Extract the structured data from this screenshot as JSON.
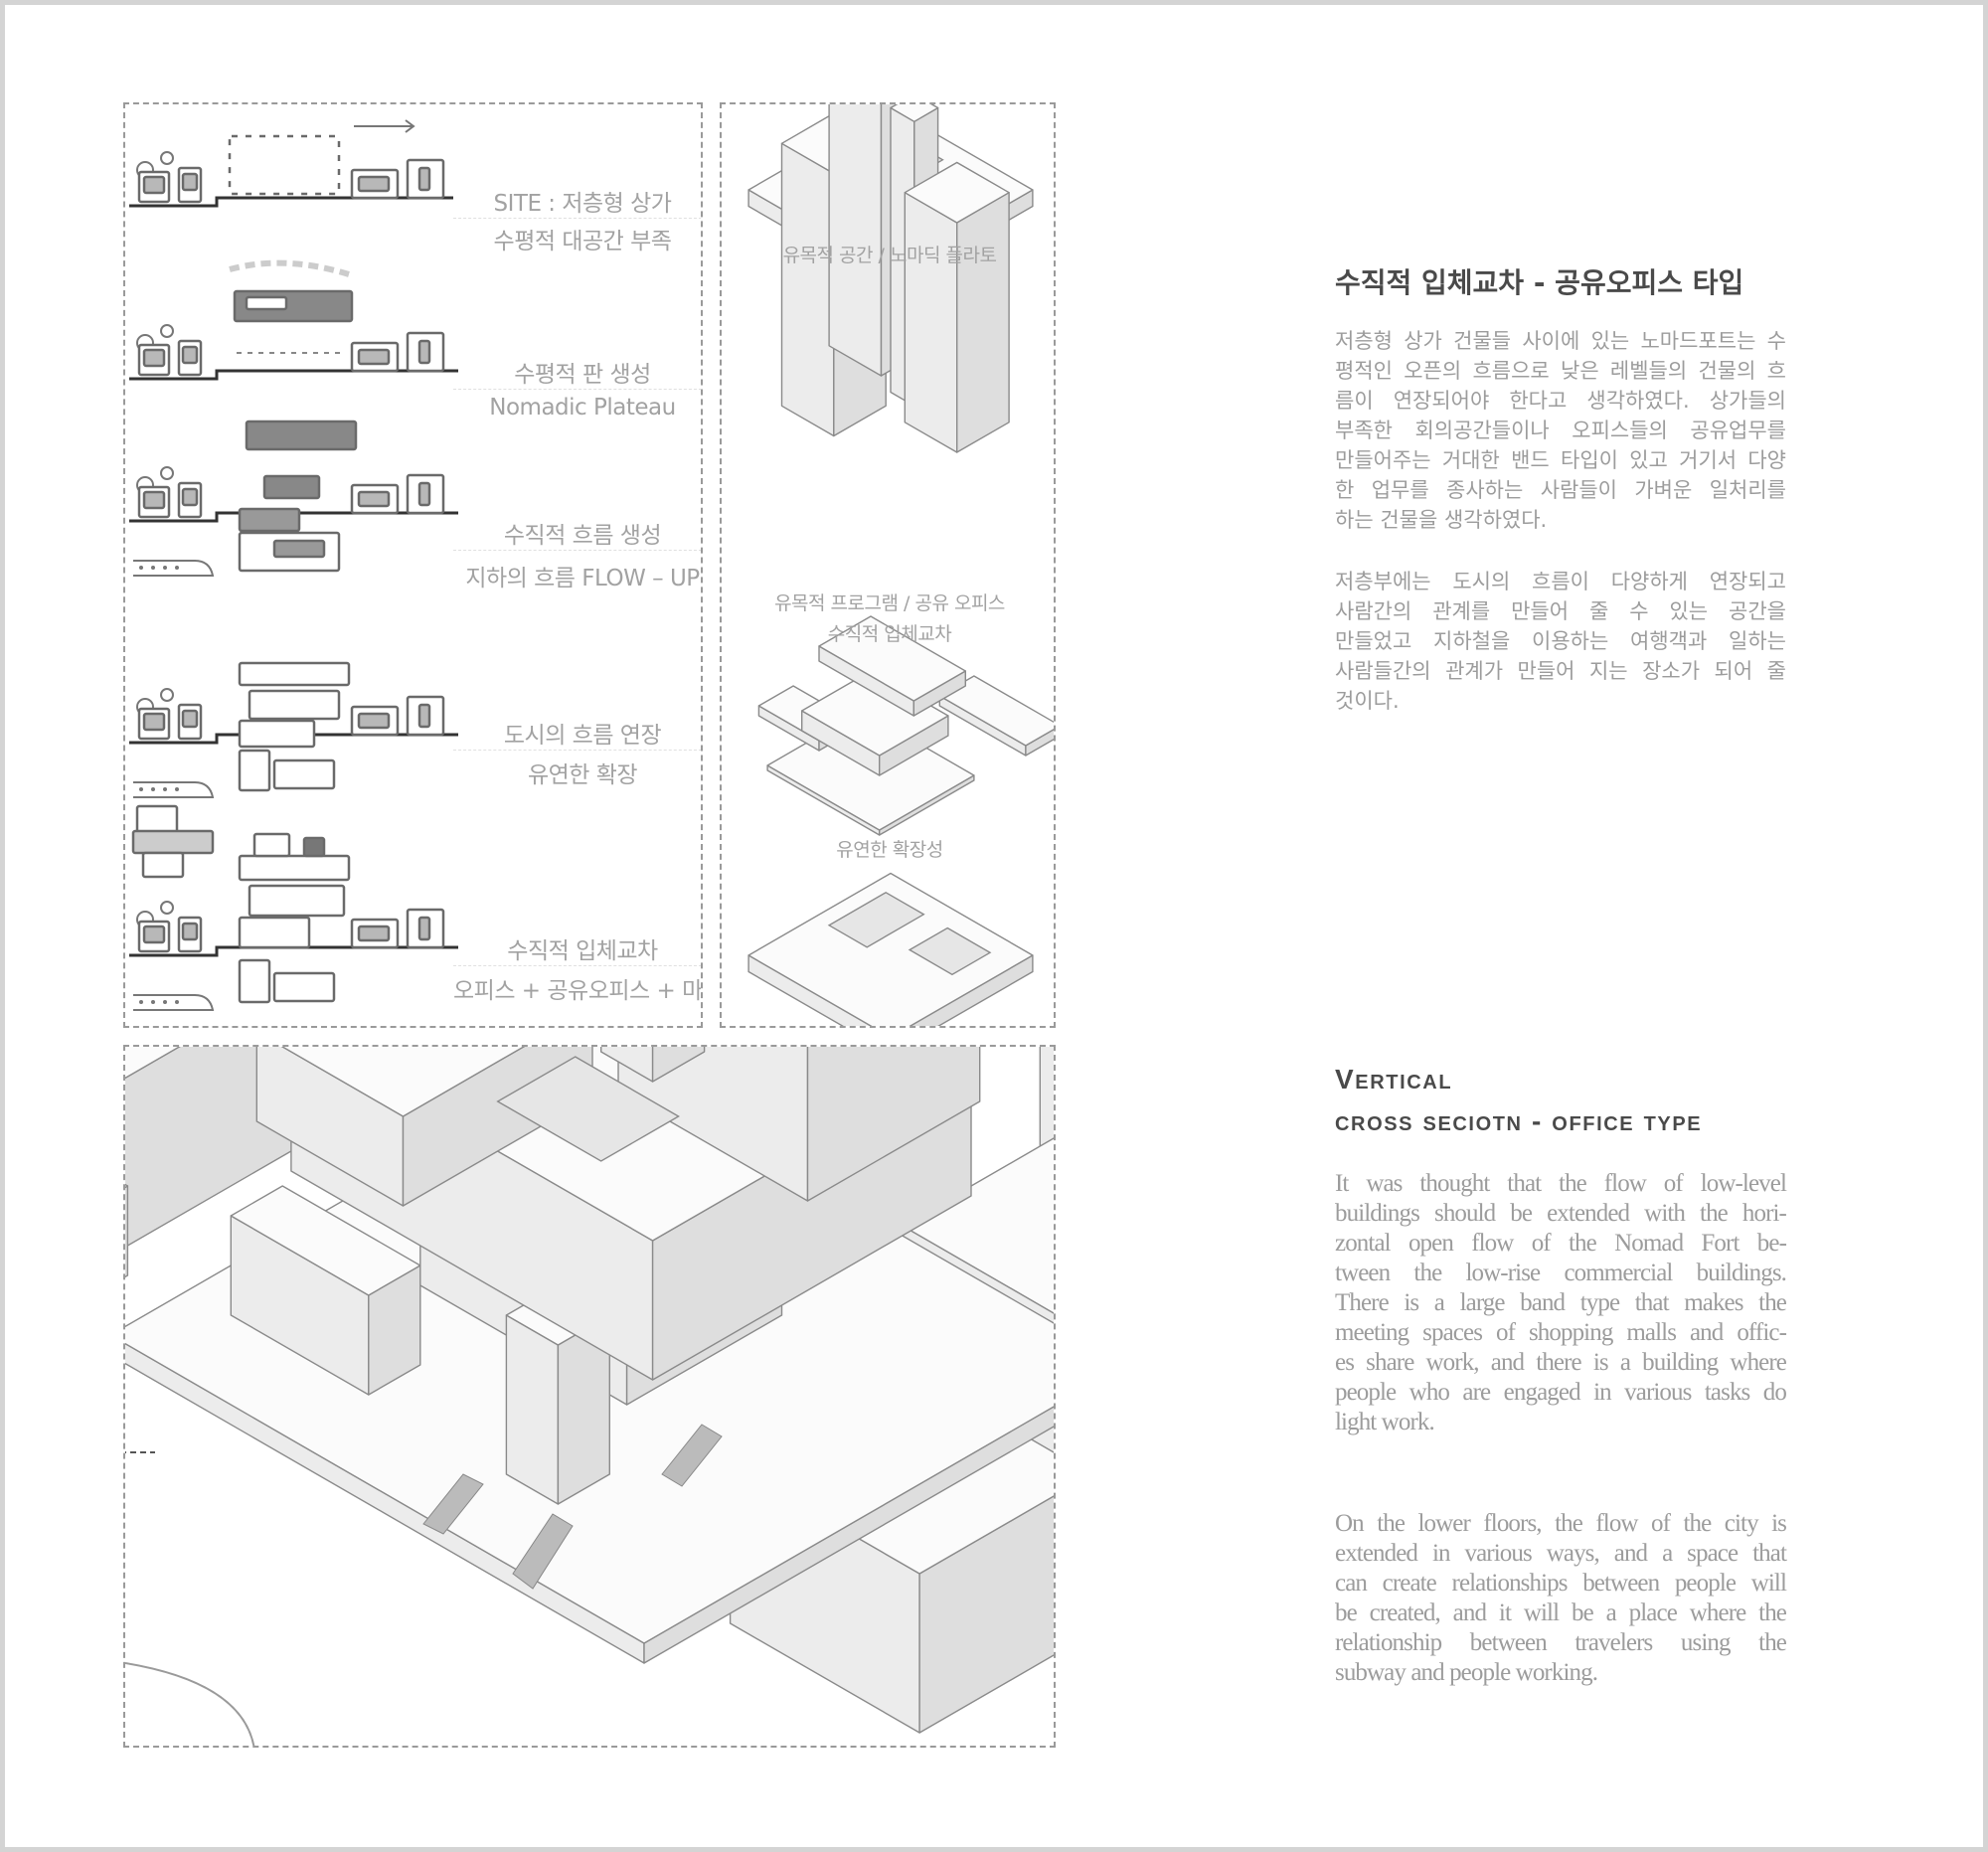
{
  "diagram_left": {
    "rows": [
      {
        "label1": "SITE : 저층형 상가",
        "label2": "수평적 대공간 부족"
      },
      {
        "label1": "수평적 판 생성",
        "label2": "Nomadic Plateau"
      },
      {
        "label1": "수직적 흐름 생성",
        "label2": "지하의 흐름 FLOW – UP"
      },
      {
        "label1": "도시의 흐름 연장",
        "label2": "유연한 확장"
      },
      {
        "label1": "수직적 입체교차",
        "label2": "오피스 + 공유오피스 + 마당"
      }
    ]
  },
  "diagram_right": {
    "labels": [
      "유목적 공간 / 노마딕 플라토",
      "유목적 프로그램 / 공유 오피스",
      "수직적 입체교차",
      "유연한 확장성"
    ]
  },
  "korean": {
    "title": "수직적 입체교차 - 공유오피스  타입",
    "paragraphs": [
      [
        "저층형 상가 건물들 사이에 있는 노마드포트는 수",
        "평적인 오픈의 흐름으로 낮은 레벨들의 건물의 흐",
        "름이 연장되어야 한다고 생각하였다.   상가들의",
        "부족한 회의공간들이나 오피스들의 공유업무를",
        "만들어주는 거대한 밴드 타입이 있고 거기서 다양",
        "한 업무를 종사하는 사람들이 가벼운 일처리를",
        "하는 건물을 생각하였다."
      ],
      [
        "저층부에는 도시의 흐름이 다양하게 연장되고",
        "사람간의 관계를 만들어 줄 수 있는 공간을",
        "만들었고 지하철을 이용하는 여행객과 일하는",
        "사람들간의 관계가 만들어 지는 장소가 되어 줄",
        "것이다."
      ]
    ]
  },
  "english": {
    "title_line1": "Vertical",
    "title_line2": "cross seciotn -  office type",
    "paragraphs": [
      [
        "It was thought that the flow of low-level",
        "buildings should be extended with the hori-",
        "zontal open flow of the Nomad Fort be-",
        "tween the low-rise commercial buildings.",
        "There is a large band type that makes the",
        "meeting spaces of shopping malls and offic-",
        "es share work, and there is a building where",
        "people who are engaged in various tasks do",
        "light work."
      ],
      [
        "On the lower floors, the flow of the city is",
        "extended in various ways, and a space that",
        "can create relationships between people will",
        "be created, and it will be a place where the",
        "relationship between travelers using the",
        "subway and people working."
      ]
    ]
  }
}
